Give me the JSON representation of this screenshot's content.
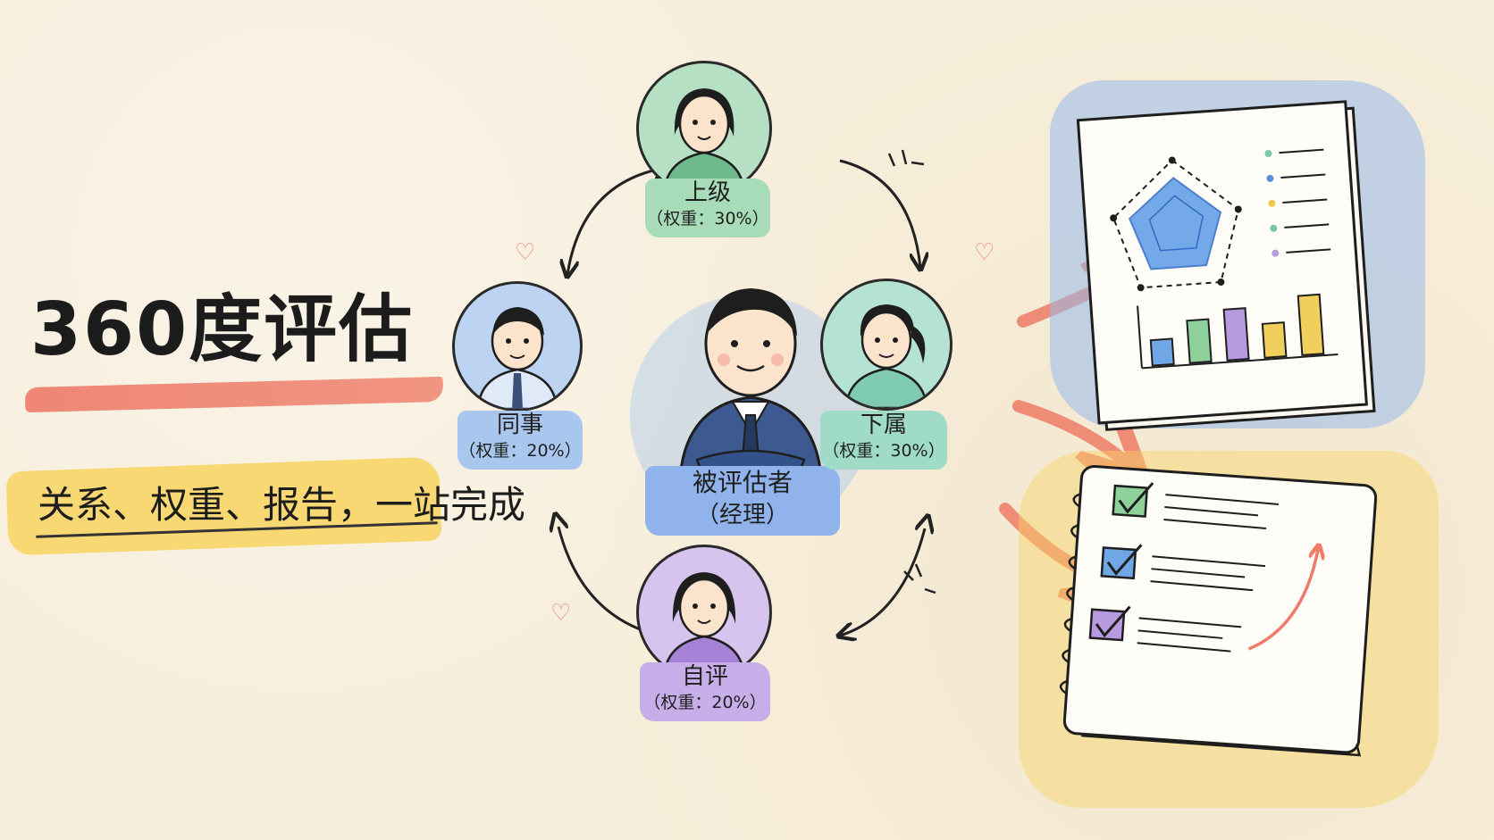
{
  "title": "360度评估",
  "subtitle": "关系、权重、报告，一站完成",
  "center": {
    "name": "被评估者",
    "role": "（经理）"
  },
  "nodes": {
    "superior": {
      "name": "上级",
      "weight": "（权重：30%）"
    },
    "peer": {
      "name": "同事",
      "weight": "（权重：20%）"
    },
    "subordinate": {
      "name": "下属",
      "weight": "（权重：30%）"
    },
    "self": {
      "name": "自评",
      "weight": "（权重：20%）"
    }
  },
  "colors": {
    "green": "#a8dcb9",
    "blue": "#a9c7ee",
    "teal": "#9fdbc6",
    "purple": "#c7aee8",
    "coral": "#ef7c66",
    "yellow": "#f6d566"
  },
  "icons": [
    "heart-icon",
    "radar-chart-icon",
    "bar-chart-icon",
    "checklist-icon",
    "arrow-icon"
  ],
  "report": {
    "bar_values": [
      3,
      5,
      6,
      4,
      7
    ],
    "bar_colors": [
      "#6fa6e6",
      "#8ed19a",
      "#b79ae0",
      "#f1cf5c",
      "#f1cf5c"
    ],
    "legend_dot_colors": [
      "#7cc7a5",
      "#5a8fe0",
      "#f1c84c",
      "#7cc7a5",
      "#b79ae0"
    ]
  }
}
